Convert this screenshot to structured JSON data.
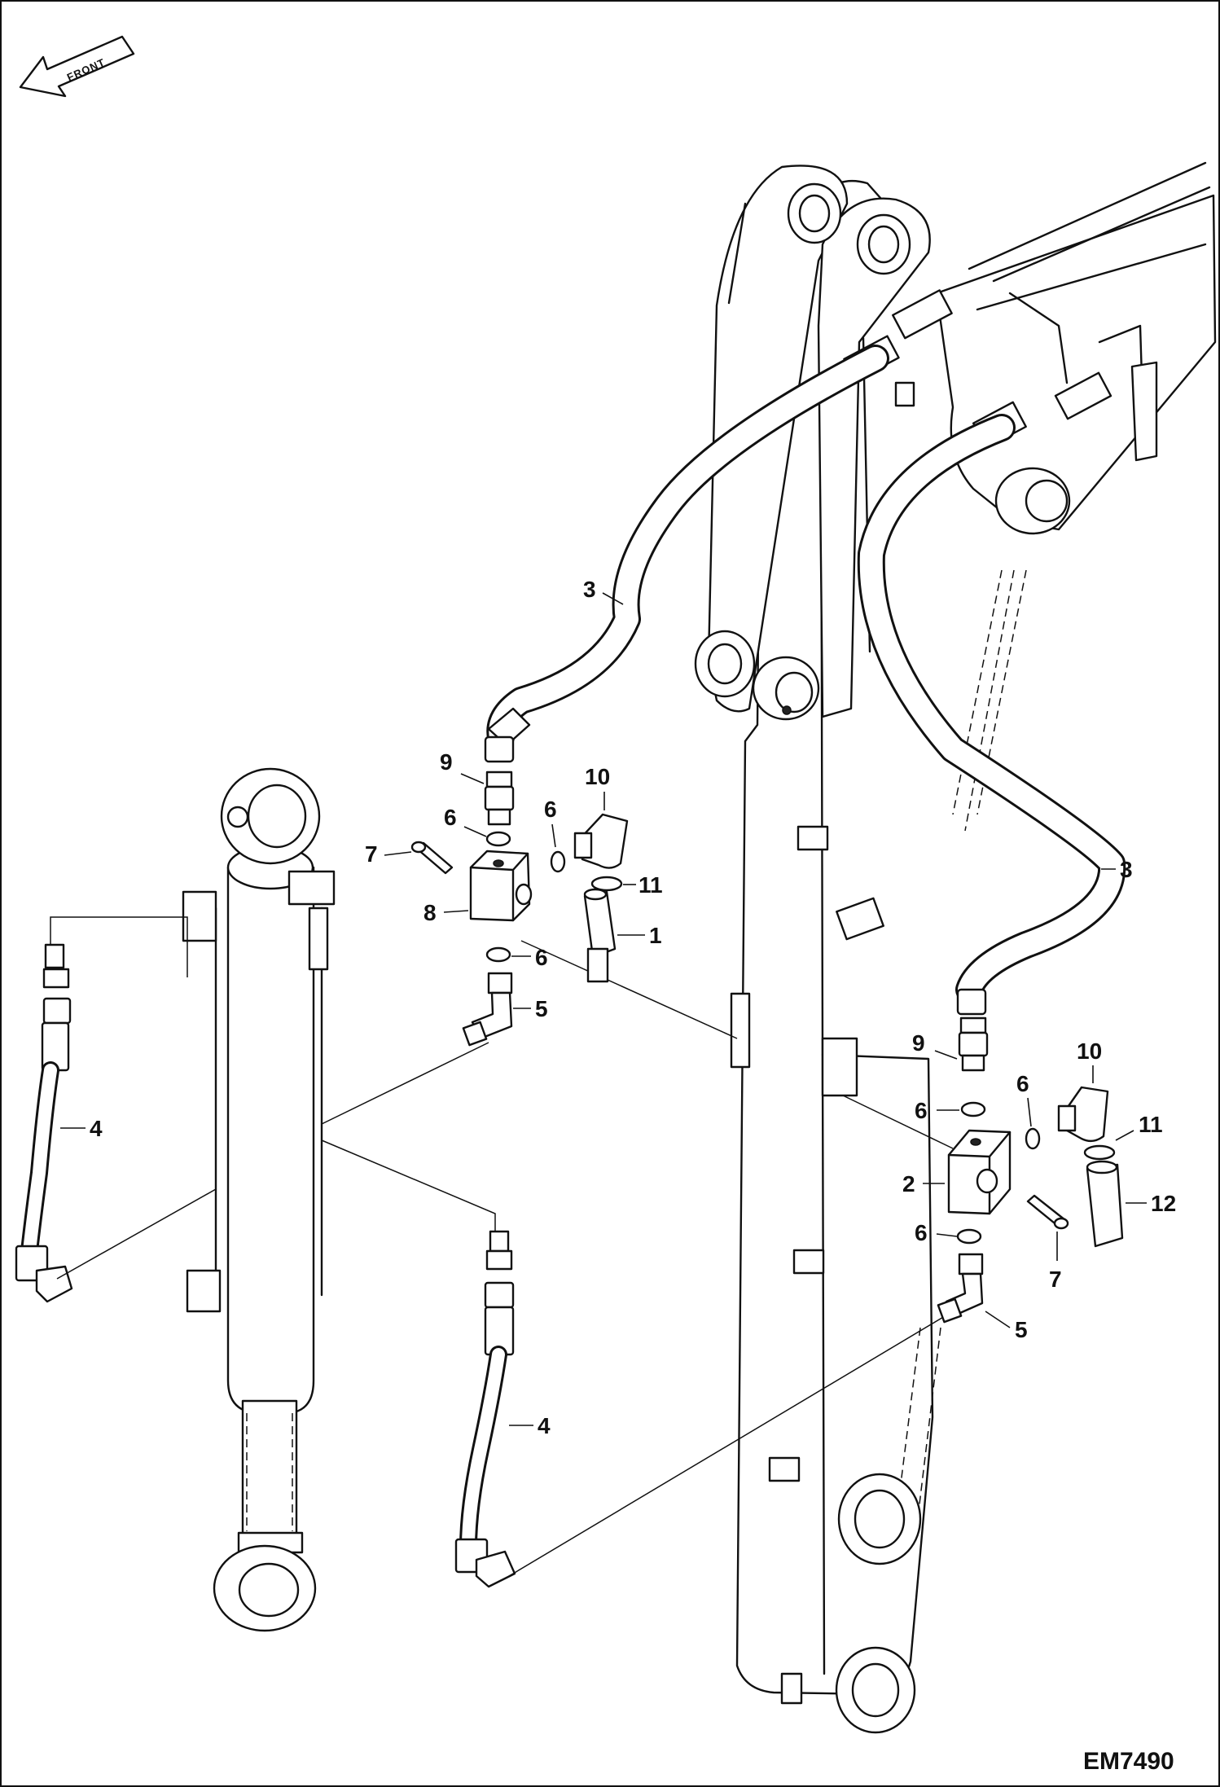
{
  "figure": {
    "id": "EM7490",
    "direction_label": "FRONT"
  },
  "callouts": {
    "c1": "1",
    "c2": "2",
    "c3a": "3",
    "c3b": "3",
    "c4a": "4",
    "c4b": "4",
    "c5a": "5",
    "c5b": "5",
    "c6a": "6",
    "c6b": "6",
    "c6c": "6",
    "c6d": "6",
    "c6e": "6",
    "c6f": "6",
    "c7a": "7",
    "c7b": "7",
    "c8": "8",
    "c9a": "9",
    "c9b": "9",
    "c10a": "10",
    "c10b": "10",
    "c11a": "11",
    "c11b": "11",
    "c12": "12"
  },
  "colors": {
    "line": "#111111",
    "background": "#ffffff"
  }
}
